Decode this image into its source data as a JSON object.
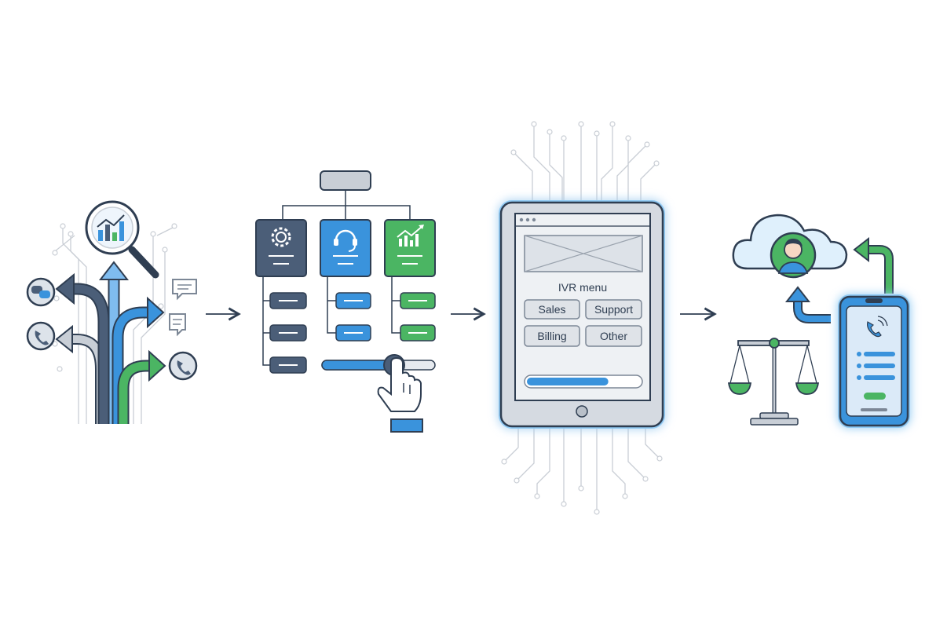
{
  "colors": {
    "navy": "#4b5e78",
    "blue": "#3a93dc",
    "green": "#4bb563",
    "gray": "#c8ced6",
    "outline": "#2f3e52",
    "screen_bg": "#eef1f4"
  },
  "ivr": {
    "title": "IVR menu",
    "options": [
      "Sales",
      "Support",
      "Billing",
      "Other"
    ],
    "progress": 0.72
  },
  "icons": [
    "magnifier-chart-icon",
    "chat-bubbles-icon",
    "phone-icon",
    "speech-bubble-icon",
    "gear-icon",
    "headset-icon",
    "growth-chart-icon",
    "pointing-hand-icon",
    "tablet-icon",
    "cloud-icon",
    "user-avatar-icon",
    "balance-scale-icon",
    "smartphone-icon",
    "arrow-right-icon"
  ]
}
